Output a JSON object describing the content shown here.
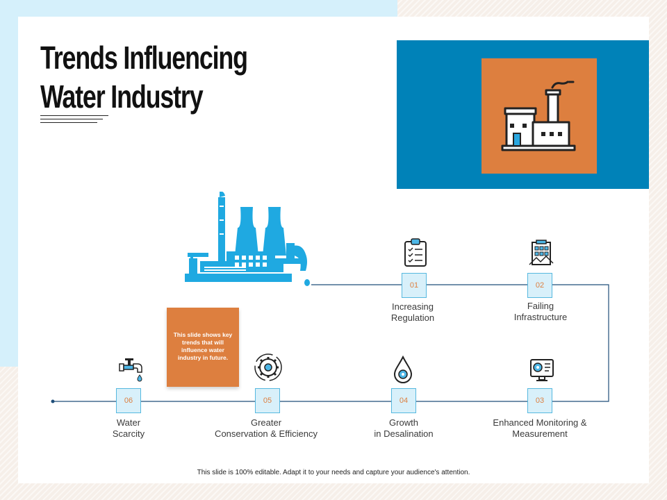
{
  "slide": {
    "title_line1": "Trends Influencing",
    "title_line2": "Water Industry",
    "note": "This slide shows key trends that will influence water industry in future.",
    "footer": "This slide is 100% editable. Adapt it to your needs and capture your audience's attention."
  },
  "colors": {
    "accent_orange": "#dd7f3f",
    "accent_blue": "#0082b8",
    "light_blue": "#d5f0fb",
    "line_navy": "#1f4e79"
  },
  "trends": [
    {
      "number": "01",
      "line1": "Increasing",
      "line2": "Regulation",
      "icon": "clipboard-checklist-icon"
    },
    {
      "number": "02",
      "line1": "Failing",
      "line2": "Infrastructure",
      "icon": "building-icon"
    },
    {
      "number": "03",
      "line1": "Enhanced Monitoring &",
      "line2": "Measurement",
      "icon": "monitor-gear-icon"
    },
    {
      "number": "04",
      "line1": "Growth",
      "line2": "in Desalination",
      "icon": "water-drop-gear-icon"
    },
    {
      "number": "05",
      "line1": "Greater",
      "line2": "Conservation & Efficiency",
      "icon": "gear-cycle-icon"
    },
    {
      "number": "06",
      "line1": "Water",
      "line2": "Scarcity",
      "icon": "faucet-icon"
    }
  ]
}
